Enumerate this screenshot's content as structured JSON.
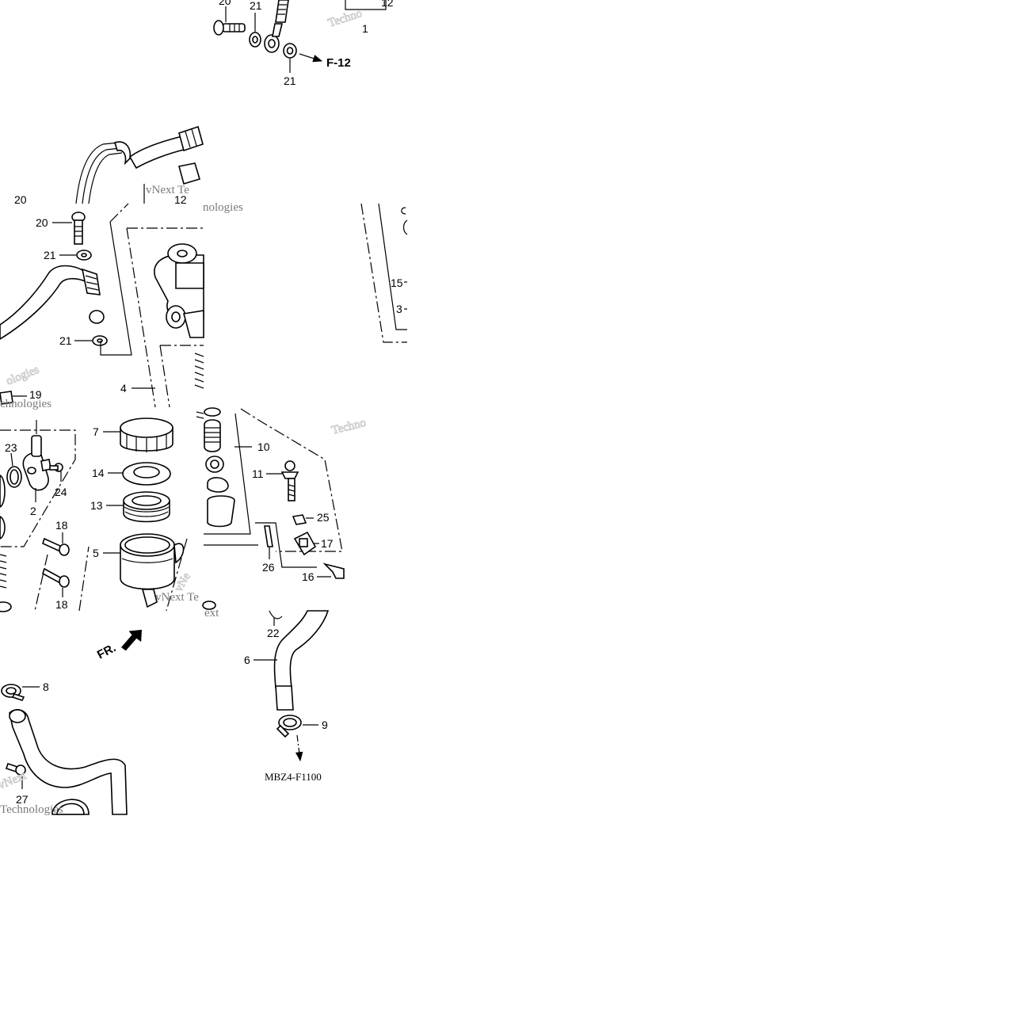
{
  "diagram": {
    "code": "MBZ4-F1100",
    "reference": "F-12",
    "direction_marker": "FR.",
    "watermark": {
      "line1": "vNext",
      "line2": "Technologies",
      "fragments": [
        "Techno",
        "Techno",
        "vNext Te",
        "vNe",
        "chnologies",
        "ext",
        "ologies",
        "nologies",
        "vNext Te"
      ]
    },
    "callouts": {
      "c1": "1",
      "c12a": "12",
      "c12b": "12",
      "c20a": "20",
      "c20b": "20",
      "c20c": "20",
      "c21a": "21",
      "c21b": "21",
      "c21c": "21",
      "c21d": "21",
      "c15": "15",
      "c3": "3",
      "c4": "4",
      "c19": "19",
      "c23": "23",
      "c24": "24",
      "c2": "2",
      "c18a": "18",
      "c18b": "18",
      "c7": "7",
      "c14": "14",
      "c13": "13",
      "c5": "5",
      "c10": "10",
      "c11": "11",
      "c25": "25",
      "c17": "17",
      "c26": "26",
      "c16": "16",
      "c22": "22",
      "c6": "6",
      "c8": "8",
      "c9": "9",
      "c27": "27"
    }
  }
}
